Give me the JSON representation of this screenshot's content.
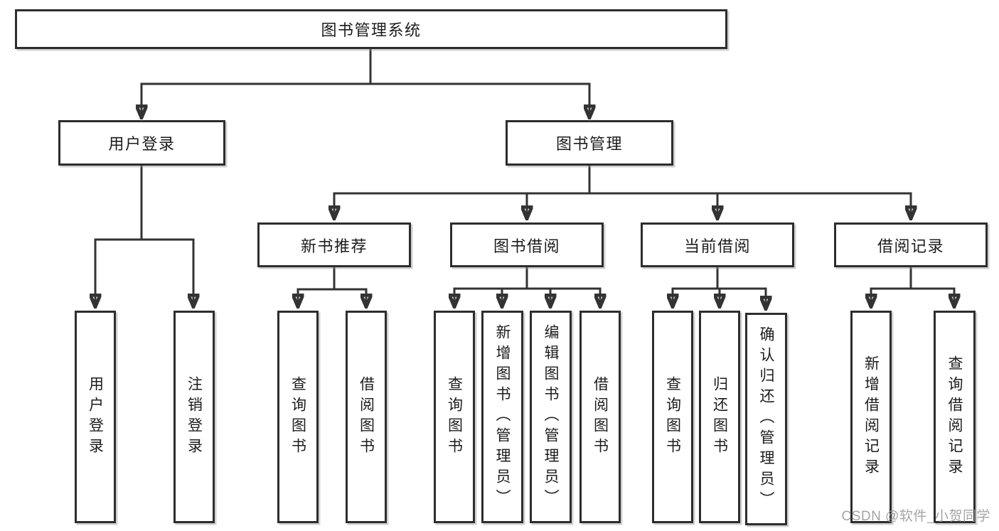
{
  "diagram": {
    "type": "hierarchy-tree",
    "background_color": "#ffffff",
    "line_color": "#333333",
    "box_border_color": "#2d2d2d",
    "text_color": "#1c1c1c",
    "watermark_color": "#949494",
    "watermark": "CSDN @软件_小贺同学"
  },
  "nodes": {
    "root": {
      "label": "图书管理系统"
    },
    "user_login": {
      "label": "用户登录"
    },
    "book_mgmt": {
      "label": "图书管理"
    },
    "ul_login": {
      "label": "用户登录"
    },
    "ul_logout": {
      "label": "注销登录"
    },
    "rec": {
      "label": "新书推荐"
    },
    "borrow": {
      "label": "图书借阅"
    },
    "current": {
      "label": "当前借阅"
    },
    "record": {
      "label": "借阅记录"
    },
    "rec_query": {
      "label": "查询图书"
    },
    "rec_borrow": {
      "label": "借阅图书"
    },
    "bb_query": {
      "label": "查询图书"
    },
    "bb_add": {
      "label": "新增图书（管理员）"
    },
    "bb_edit": {
      "label": "编辑图书（管理员）"
    },
    "bb_borrow": {
      "label": "借阅图书"
    },
    "cb_query": {
      "label": "查询图书"
    },
    "cb_return": {
      "label": "归还图书"
    },
    "cb_confirm": {
      "label": "确认归还（管理员）"
    },
    "br_add": {
      "label": "新增借阅记录"
    },
    "br_query": {
      "label": "查询借阅记录"
    }
  },
  "tree": {
    "图书管理系统": [
      "用户登录",
      "图书管理"
    ],
    "用户登录": [
      "用户登录",
      "注销登录"
    ],
    "图书管理": [
      "新书推荐",
      "图书借阅",
      "当前借阅",
      "借阅记录"
    ],
    "新书推荐": [
      "查询图书",
      "借阅图书"
    ],
    "图书借阅": [
      "查询图书",
      "新增图书（管理员）",
      "编辑图书（管理员）",
      "借阅图书"
    ],
    "当前借阅": [
      "查询图书",
      "归还图书",
      "确认归还（管理员）"
    ],
    "借阅记录": [
      "新增借阅记录",
      "查询借阅记录"
    ]
  }
}
